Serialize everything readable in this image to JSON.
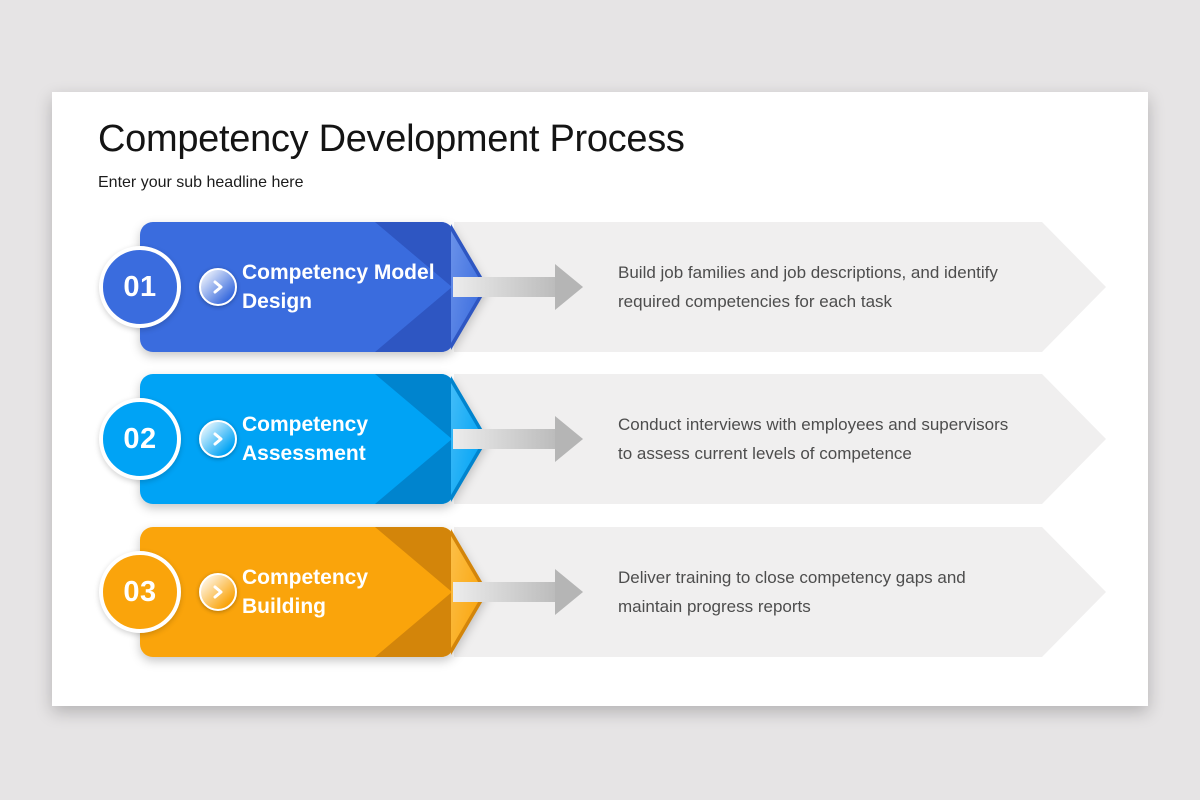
{
  "slide": {
    "title": "Competency Development Process",
    "subtitle": "Enter your sub headline here",
    "background_color": "#e6e4e5",
    "card_color": "#ffffff",
    "description_panel_color": "#f0efef",
    "flow_arrow_colors": {
      "start": "#ececec",
      "end": "#b5b5b5"
    }
  },
  "steps": [
    {
      "number": "01",
      "title_lines": [
        "Competency Model",
        "Design"
      ],
      "description_lines": [
        "Build job families and job descriptions, and identify",
        "required competencies for each task"
      ],
      "color": "#3a6cde",
      "color_dark": "#2e56c2",
      "color_tint": "#6c93ea",
      "icon": "chevron-right"
    },
    {
      "number": "02",
      "title_lines": [
        "Competency",
        "Assessment"
      ],
      "description_lines": [
        "Conduct interviews with employees and supervisors",
        "to assess current levels of competence"
      ],
      "color": "#00a3f5",
      "color_dark": "#0084ce",
      "color_tint": "#45bdf8",
      "icon": "chevron-right"
    },
    {
      "number": "03",
      "title_lines": [
        "Competency",
        "Building"
      ],
      "description_lines": [
        "Deliver training to close competency gaps and",
        "maintain progress reports"
      ],
      "color": "#faa40b",
      "color_dark": "#d3850a",
      "color_tint": "#fcc04a",
      "icon": "chevron-right"
    }
  ]
}
